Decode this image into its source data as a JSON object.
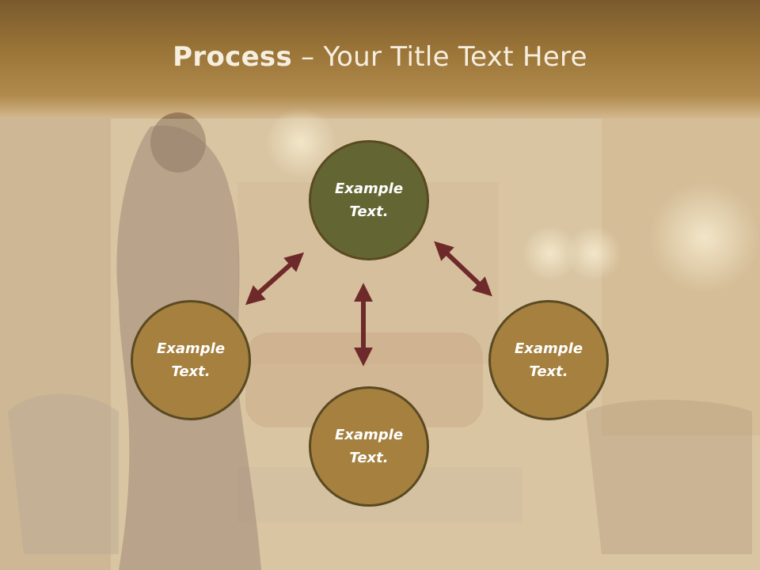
{
  "slide": {
    "title_bold": "Process",
    "title_rest": " – Your Title Text Here"
  },
  "nodes": [
    {
      "id": "top",
      "text": "Example Text.",
      "fill": "#636633"
    },
    {
      "id": "left",
      "text": "Example Text.",
      "fill": "#a5803e"
    },
    {
      "id": "right",
      "text": "Example Text.",
      "fill": "#a5803e"
    },
    {
      "id": "bottom",
      "text": "Example Text.",
      "fill": "#a5803e"
    }
  ],
  "colors": {
    "title_band": "#8c6a33",
    "arrow": "#6e2a2a",
    "node_border": "#5a4a22",
    "title_text": "#f6efe0"
  }
}
